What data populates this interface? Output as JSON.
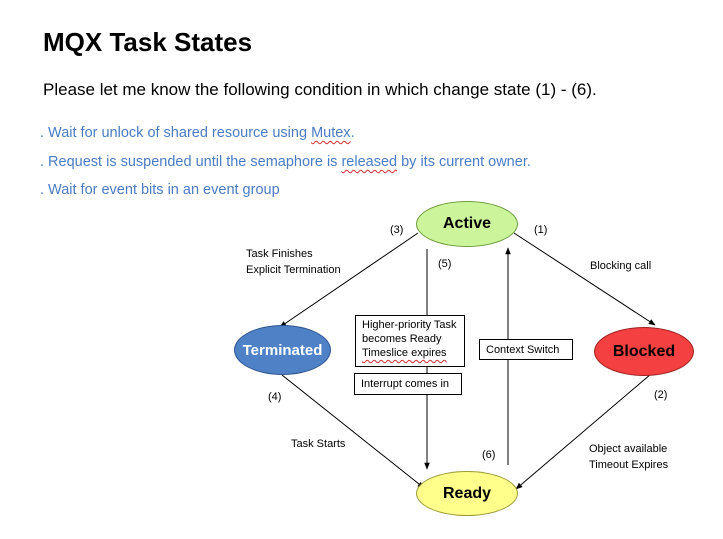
{
  "slide": {
    "title": "MQX Task States",
    "question": "Please let me know the following condition in which change state (1) - (6).",
    "conditions": {
      "c1_pre": ". Wait for unlock of shared resource using ",
      "c1_mutex": "Mutex",
      "c1_post": ".",
      "c2_pre": ". Request is suspended  until the semaphore is ",
      "c2_released": "released",
      "c2_post": " by its current owner.",
      "c3": ". Wait for event bits in an event group"
    }
  },
  "diagram": {
    "states": {
      "active": "Active",
      "terminated": "Terminated",
      "blocked": "Blocked",
      "ready": "Ready"
    },
    "state_colors": {
      "active": "#ccf59b",
      "terminated": "#4f81c7",
      "blocked": "#f44040",
      "ready": "#ffff8c"
    },
    "markers": {
      "m1": "(1)",
      "m2": "(2)",
      "m3": "(3)",
      "m4": "(4)",
      "m5": "(5)",
      "m6": "(6)"
    },
    "edge_labels": {
      "task_finishes": "Task Finishes",
      "explicit_termination": "Explicit Termination",
      "blocking_call": "Blocking call",
      "task_starts": "Task Starts",
      "object_available": "Object available",
      "timeout_expires": "Timeout Expires"
    },
    "boxes": {
      "priority_line1": "Higher-priority Task",
      "priority_line2": "becomes Ready",
      "priority_line3": "Timeslice expires",
      "interrupt": "Interrupt comes in",
      "context_switch": "Context Switch"
    }
  }
}
